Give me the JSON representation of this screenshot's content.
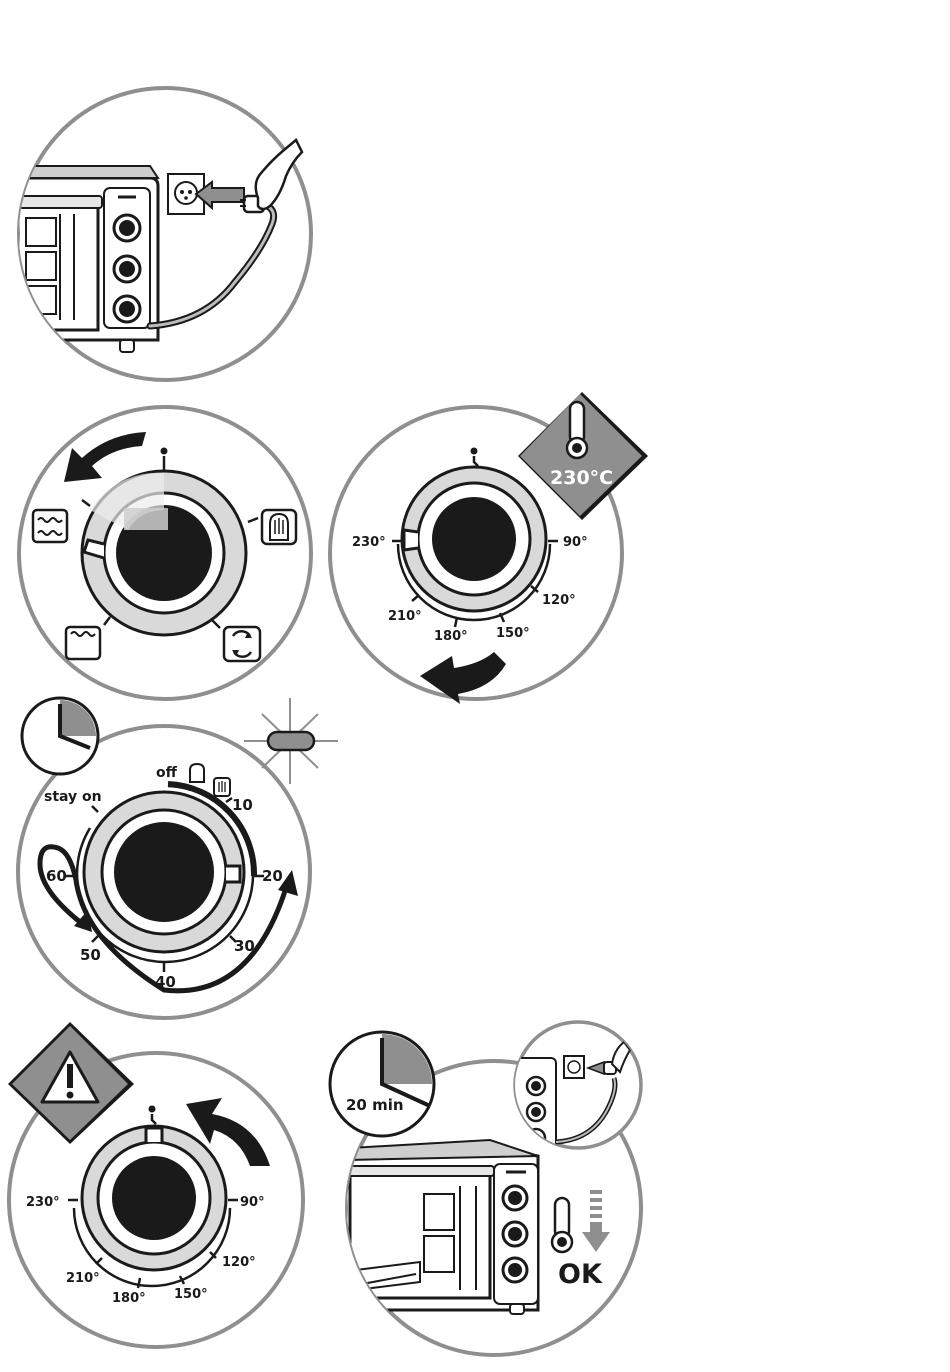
{
  "colors": {
    "ink": "#1a1a1a",
    "panel_gray": "#8f8f8f",
    "ring_gray": "#d9d9d9",
    "light_gray": "#ececec",
    "white": "#ffffff"
  },
  "panel_plug": {
    "icons": [
      "oven-icon",
      "wall-socket-icon",
      "plug-icon",
      "hand-icon",
      "power-cord-icon"
    ]
  },
  "panel_mode": {
    "icons": [
      "top-heat-icon",
      "top-bottom-heat-icon",
      "bottom-heat-icon",
      "convection-icon",
      "rotate-left-arrow-icon"
    ]
  },
  "panel_temp": {
    "badge_text": "230°C",
    "labels": [
      "230°",
      "210°",
      "180°",
      "150°",
      "120°",
      "90°"
    ],
    "icons": [
      "thermometer-icon",
      "rotate-arrow-icon"
    ]
  },
  "panel_timer": {
    "labels": {
      "off": "off",
      "stay_on": "stay on",
      "t10": "10",
      "t20": "20",
      "t30": "30",
      "t40": "40",
      "t50": "50",
      "t60": "60"
    },
    "icons": [
      "clock-icon",
      "indicator-light-icon",
      "bread-icon",
      "toast-icon",
      "circular-arrow-icon"
    ]
  },
  "panel_warning": {
    "labels": [
      "230°",
      "210°",
      "180°",
      "150°",
      "120°",
      "90°"
    ],
    "icons": [
      "warning-icon",
      "rotate-right-arrow-icon"
    ]
  },
  "panel_cool": {
    "time_label": "20 min",
    "ok_label": "OK",
    "icons": [
      "clock-icon",
      "thermometer-icon",
      "down-arrow-icon",
      "oven-icon",
      "unplug-icon"
    ]
  }
}
